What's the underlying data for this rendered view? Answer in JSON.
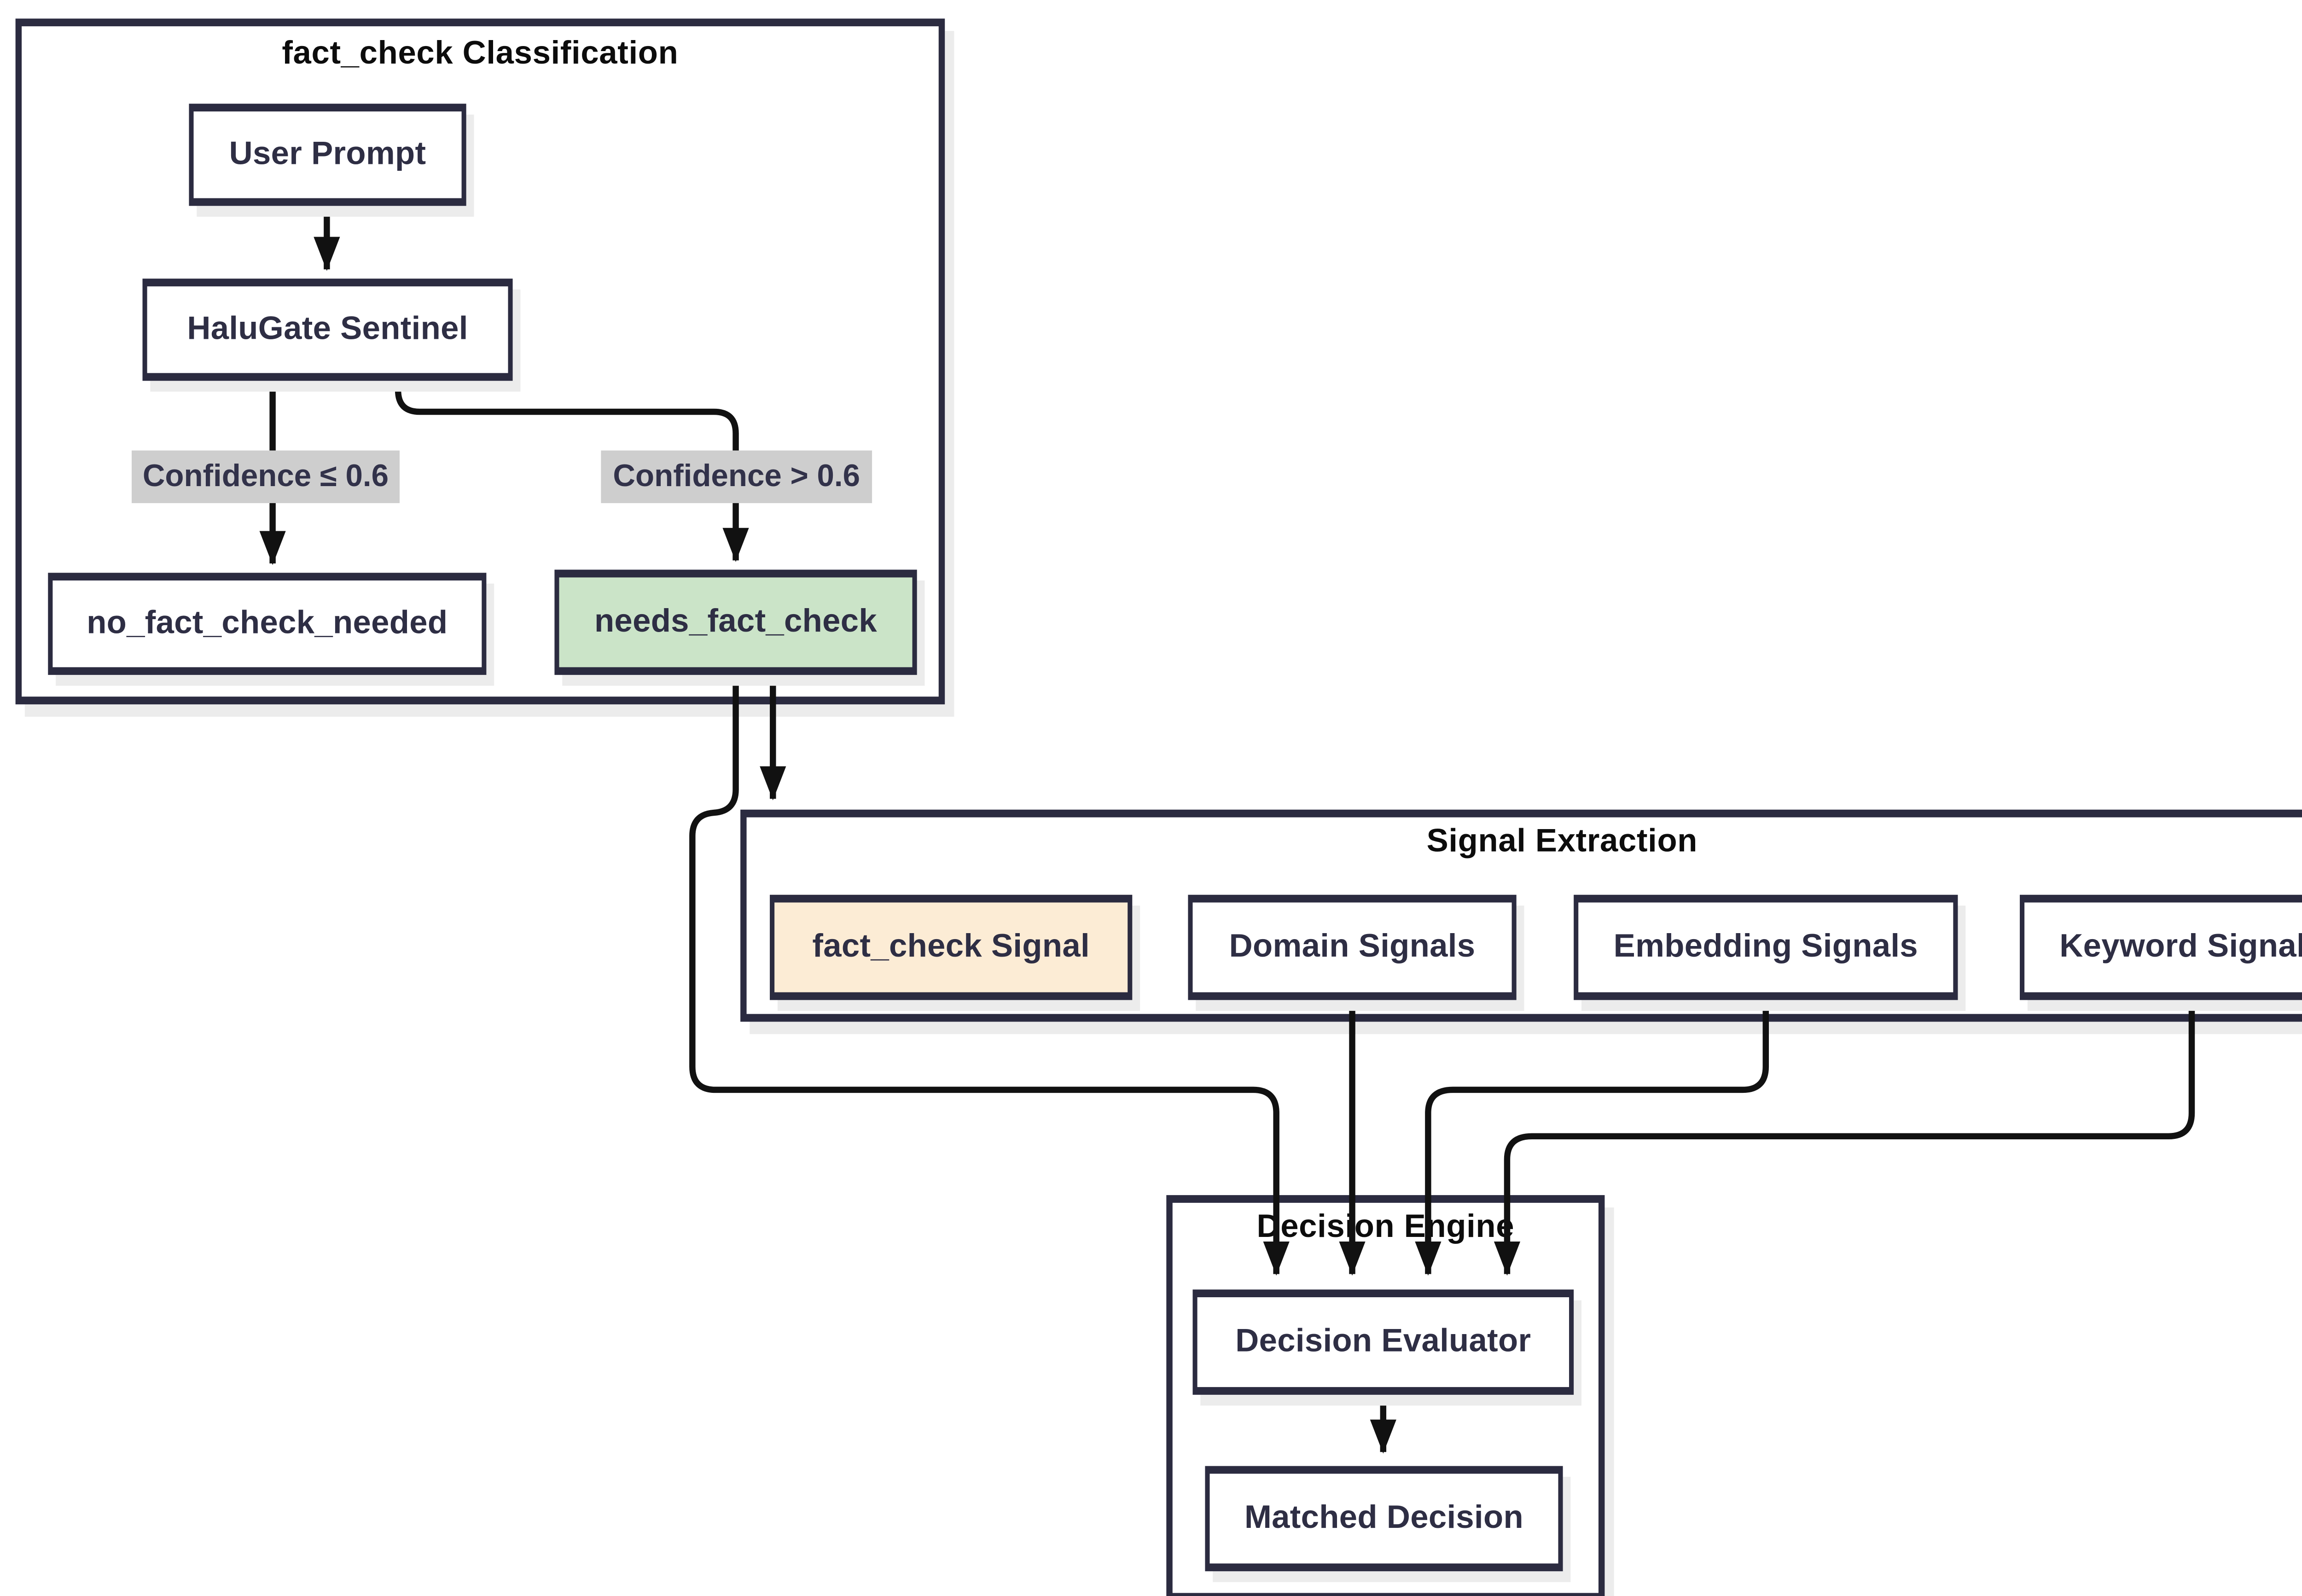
{
  "diagram": {
    "type": "flowchart",
    "background": "#ffffff",
    "colors": {
      "node_border": "#2b2b40",
      "node_text": "#2e2e44",
      "subgraph_title": "#0c0c0c",
      "edge": "#111111",
      "edge_label_bg": "#cecece",
      "highlight_green": "#cbe4c8",
      "highlight_peach": "#fcecd5",
      "shadow": "#ececec"
    },
    "subgraphs": [
      {
        "id": "classification",
        "title": "fact_check Classification"
      },
      {
        "id": "signal_extraction",
        "title": "Signal Extraction"
      },
      {
        "id": "decision_engine",
        "title": "Decision Engine"
      }
    ],
    "nodes": [
      {
        "id": "user_prompt",
        "label": "User Prompt",
        "fill": "#ffffff"
      },
      {
        "id": "halugate_sentinel",
        "label": "HaluGate Sentinel",
        "fill": "#ffffff"
      },
      {
        "id": "no_fact_check",
        "label": "no_fact_check_needed",
        "fill": "#ffffff"
      },
      {
        "id": "needs_fact_check",
        "label": "needs_fact_check",
        "fill": "#cbe4c8"
      },
      {
        "id": "fact_check_signal",
        "label": "fact_check Signal",
        "fill": "#fcecd5"
      },
      {
        "id": "domain_signals",
        "label": "Domain Signals",
        "fill": "#ffffff"
      },
      {
        "id": "embedding_signals",
        "label": "Embedding Signals",
        "fill": "#ffffff"
      },
      {
        "id": "keyword_signals",
        "label": "Keyword Signals",
        "fill": "#ffffff"
      },
      {
        "id": "decision_evaluator",
        "label": "Decision Evaluator",
        "fill": "#ffffff"
      },
      {
        "id": "matched_decision",
        "label": "Matched Decision",
        "fill": "#ffffff"
      }
    ],
    "edge_labels": [
      {
        "id": "confidence_low",
        "text": "Confidence ≤ 0.6"
      },
      {
        "id": "confidence_high",
        "text": "Confidence > 0.6"
      }
    ],
    "edges": [
      {
        "from": "user_prompt",
        "to": "halugate_sentinel",
        "label": ""
      },
      {
        "from": "halugate_sentinel",
        "to": "no_fact_check",
        "label": "Confidence ≤ 0.6"
      },
      {
        "from": "halugate_sentinel",
        "to": "needs_fact_check",
        "label": "Confidence > 0.6"
      },
      {
        "from": "needs_fact_check",
        "to": "signal_extraction",
        "label": ""
      },
      {
        "from": "needs_fact_check",
        "to": "decision_evaluator",
        "label": ""
      },
      {
        "from": "domain_signals",
        "to": "decision_evaluator",
        "label": ""
      },
      {
        "from": "embedding_signals",
        "to": "decision_evaluator",
        "label": ""
      },
      {
        "from": "keyword_signals",
        "to": "decision_evaluator",
        "label": ""
      },
      {
        "from": "decision_evaluator",
        "to": "matched_decision",
        "label": ""
      }
    ]
  }
}
